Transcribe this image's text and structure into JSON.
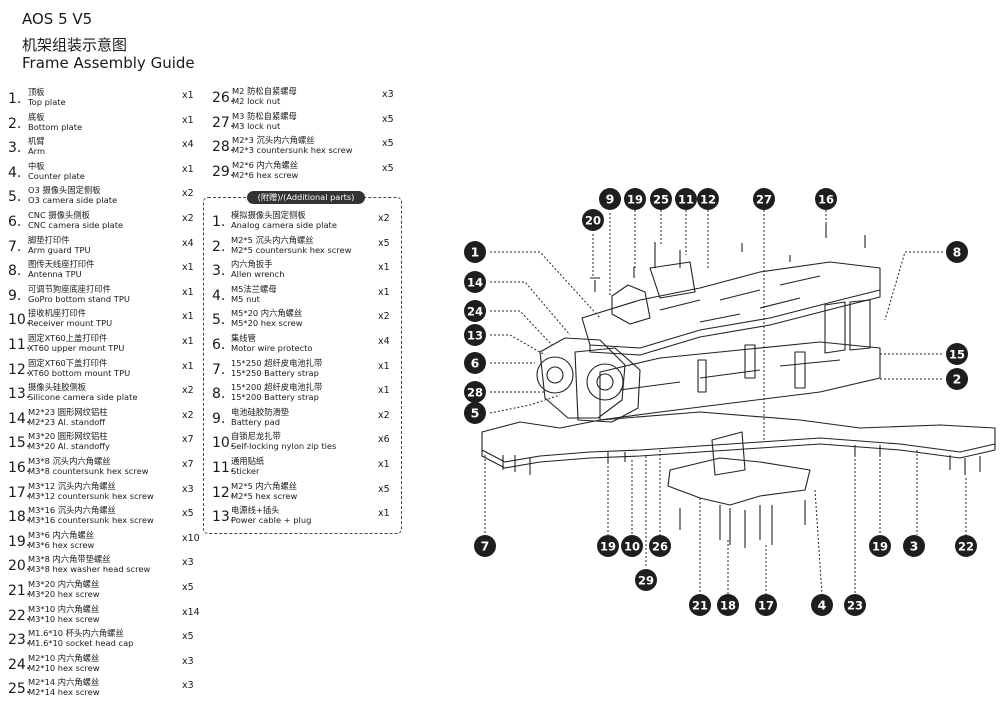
{
  "header": {
    "model": "AOS 5 V5",
    "title_cn": "机架组装示意图",
    "title_en": "Frame Assembly Guide"
  },
  "parts": [
    {
      "n": "1.",
      "cn": "顶板",
      "en": "Top plate",
      "qty": "x1"
    },
    {
      "n": "2.",
      "cn": "底板",
      "en": "Bottom plate",
      "qty": "x1"
    },
    {
      "n": "3.",
      "cn": "机臂",
      "en": "Arm",
      "qty": "x4"
    },
    {
      "n": "4.",
      "cn": "中板",
      "en": "Counter plate",
      "qty": "x1"
    },
    {
      "n": "5.",
      "cn": "O3 摄像头固定侧板",
      "en": "O3 camera side plate",
      "qty": "x2"
    },
    {
      "n": "6.",
      "cn": "CNC 摄像头侧板",
      "en": "CNC camera side plate",
      "qty": "x2"
    },
    {
      "n": "7.",
      "cn": "脚垫打印件",
      "en": "Arm guard TPU",
      "qty": "x4"
    },
    {
      "n": "8.",
      "cn": "图传天线座打印件",
      "en": "Antenna TPU",
      "qty": "x1"
    },
    {
      "n": "9.",
      "cn": "可调节狗座底座打印件",
      "en": "GoPro bottom stand TPU",
      "qty": "x1"
    },
    {
      "n": "10.",
      "cn": "接收机座打印件",
      "en": "Receiver mount TPU",
      "qty": "x1"
    },
    {
      "n": "11.",
      "cn": "固定XT60上盖打印件",
      "en": "XT60 upper mount TPU",
      "qty": "x1"
    },
    {
      "n": "12.",
      "cn": "固定XT60下盖打印件",
      "en": "XT60 bottom mount TPU",
      "qty": "x1"
    },
    {
      "n": "13.",
      "cn": "摄像头硅胶侧板",
      "en": "Silicone camera side plate",
      "qty": "x2"
    },
    {
      "n": "14.",
      "cn": "M2*23 圆形网纹铝柱",
      "en": "M2*23 Al. standoff",
      "qty": "x2"
    },
    {
      "n": "15.",
      "cn": "M3*20 圆形网纹铝柱",
      "en": "M3*20 Al. standoffy",
      "qty": "x7"
    },
    {
      "n": "16.",
      "cn": "M3*8 沉头内六角螺丝",
      "en": "M3*8 countersunk hex screw",
      "qty": "x7"
    },
    {
      "n": "17.",
      "cn": "M3*12 沉头内六角螺丝",
      "en": "M3*12 countersunk hex screw",
      "qty": "x3"
    },
    {
      "n": "18.",
      "cn": "M3*16 沉头内六角螺丝",
      "en": "M3*16 countersunk hex screw",
      "qty": "x5"
    },
    {
      "n": "19.",
      "cn": "M3*6 内六角螺丝",
      "en": "M3*6 hex screw",
      "qty": "x10"
    },
    {
      "n": "20.",
      "cn": "M3*8 内六角带垫螺丝",
      "en": "M3*8 hex washer head screw",
      "qty": "x3"
    },
    {
      "n": "21.",
      "cn": "M3*20 内六角螺丝",
      "en": "M3*20 hex screw",
      "qty": "x5"
    },
    {
      "n": "22.",
      "cn": "M3*10 内六角螺丝",
      "en": "M3*10 hex screw",
      "qty": "x14"
    },
    {
      "n": "23.",
      "cn": "M1.6*10 杯头内六角螺丝",
      "en": "M1.6*10 socket head cap",
      "qty": "x5"
    },
    {
      "n": "24.",
      "cn": "M2*10 内六角螺丝",
      "en": "M2*10  hex screw",
      "qty": "x3"
    },
    {
      "n": "25.",
      "cn": "M2*14 内六角螺丝",
      "en": "M2*14  hex screw",
      "qty": "x3"
    },
    {
      "n": "26.",
      "cn": "M2 防松自紧螺母",
      "en": "M2 lock nut",
      "qty": "x3"
    },
    {
      "n": "27.",
      "cn": "M3 防松自紧螺母",
      "en": "M3 lock nut",
      "qty": "x5"
    },
    {
      "n": "28.",
      "cn": "M2*3 沉头内六角螺丝",
      "en": "M2*3 countersunk hex screw",
      "qty": "x5"
    },
    {
      "n": "29.",
      "cn": "M2*6 内六角螺丝",
      "en": "M2*6 hex screw",
      "qty": "x5"
    }
  ],
  "additional": {
    "title": "(附赠)/(Additional parts)",
    "items": [
      {
        "n": "1.",
        "cn": "模拟摄像头固定侧板",
        "en": "Analog camera side plate",
        "qty": "x2"
      },
      {
        "n": "2.",
        "cn": "M2*5 沉头内六角螺丝",
        "en": "M2*5 countersunk hex screw",
        "qty": "x5"
      },
      {
        "n": "3.",
        "cn": "内六角扳手",
        "en": "Allen wrench",
        "qty": "x1"
      },
      {
        "n": "4.",
        "cn": "M5法兰螺母",
        "en": "M5 nut",
        "qty": "x1"
      },
      {
        "n": "5.",
        "cn": "M5*20 内六角螺丝",
        "en": "M5*20 hex screw",
        "qty": "x2"
      },
      {
        "n": "6.",
        "cn": "集线管",
        "en": "Motor wire protecto",
        "qty": "x4"
      },
      {
        "n": "7.",
        "cn": "15*250 超纤皮电池扎带",
        "en": "15*250 Battery strap",
        "qty": "x1"
      },
      {
        "n": "8.",
        "cn": "15*200 超纤皮电池扎带",
        "en": "15*200 Battery strap",
        "qty": "x1"
      },
      {
        "n": "9.",
        "cn": "电池硅胶防滑垫",
        "en": "Battery pad",
        "qty": "x2"
      },
      {
        "n": "10.",
        "cn": "自锁尼龙扎带",
        "en": "Self-locking nylon zip ties",
        "qty": "x6"
      },
      {
        "n": "11.",
        "cn": "通用贴纸",
        "en": "Sticker",
        "qty": "x1"
      },
      {
        "n": "12.",
        "cn": "M2*5 内六角螺丝",
        "en": "M2*5 hex screw",
        "qty": "x5"
      },
      {
        "n": "13.",
        "cn": "电源线+插头",
        "en": "Power cable + plug",
        "qty": "x1"
      }
    ]
  },
  "callouts": [
    "1",
    "2",
    "3",
    "4",
    "5",
    "6",
    "7",
    "8",
    "9",
    "10",
    "11",
    "12",
    "13",
    "14",
    "15",
    "16",
    "17",
    "18",
    "19",
    "19",
    "19",
    "20",
    "21",
    "22",
    "23",
    "24",
    "25",
    "26",
    "27",
    "28",
    "29"
  ]
}
